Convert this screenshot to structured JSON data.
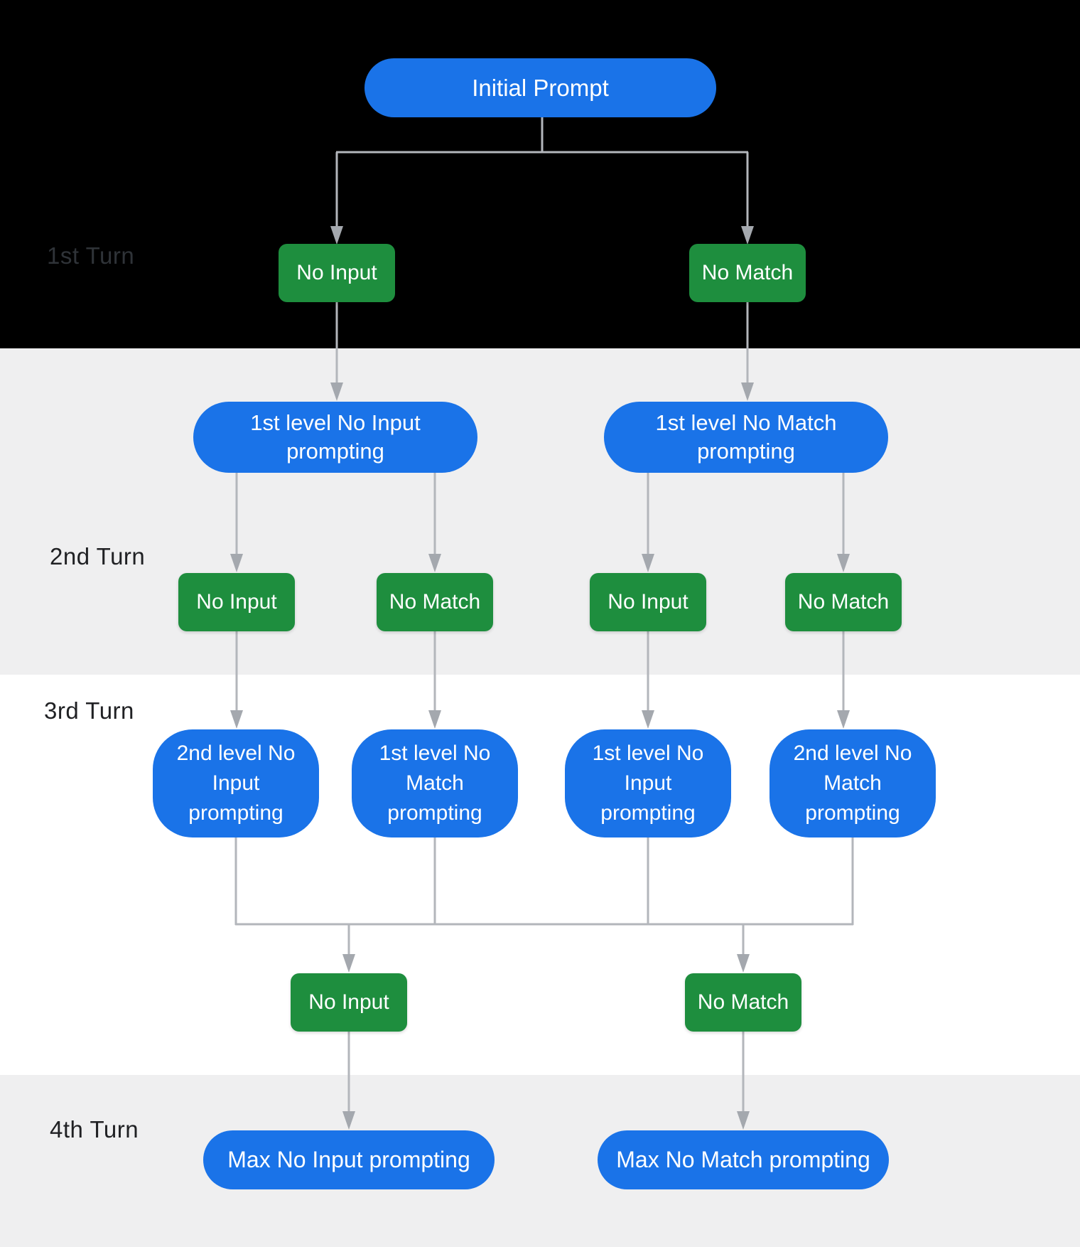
{
  "palette": {
    "node_blue": "#1a73e8",
    "node_green": "#1e8e3e",
    "node_text": "#ffffff",
    "connector_line": "#b3b6bb",
    "connector_arrowhead": "#a4a8ae",
    "band_black": "#000000",
    "band_gray": "#efeff0",
    "band_white": "#ffffff",
    "turn_label_on_black": "#2f3338",
    "turn_label_on_light": "#202124"
  },
  "turns": [
    {
      "label": "1st Turn"
    },
    {
      "label": "2nd Turn"
    },
    {
      "label": "3rd Turn"
    },
    {
      "label": "4th Turn"
    }
  ],
  "nodes": {
    "initial": {
      "label": "Initial Prompt",
      "type": "prompt-pill"
    },
    "t1_no_input": {
      "label": "No Input",
      "type": "event"
    },
    "t1_no_match": {
      "label": "No Match",
      "type": "event"
    },
    "p2_left": {
      "label": "1st level No Input\nprompting",
      "type": "prompt-pill"
    },
    "p2_right": {
      "label": "1st level No Match\nprompting",
      "type": "prompt-pill"
    },
    "t2_no_input_a": {
      "label": "No Input",
      "type": "event"
    },
    "t2_no_match_a": {
      "label": "No Match",
      "type": "event"
    },
    "t2_no_input_b": {
      "label": "No Input",
      "type": "event"
    },
    "t2_no_match_b": {
      "label": "No Match",
      "type": "event"
    },
    "p3_1": {
      "label": "2nd level No\nInput\nprompting",
      "type": "prompt-pill"
    },
    "p3_2": {
      "label": "1st level No\nMatch\nprompting",
      "type": "prompt-pill"
    },
    "p3_3": {
      "label": "1st level No\nInput\nprompting",
      "type": "prompt-pill"
    },
    "p3_4": {
      "label": "2nd level No\nMatch\nprompting",
      "type": "prompt-pill"
    },
    "t3_no_input": {
      "label": "No Input",
      "type": "event"
    },
    "t3_no_match": {
      "label": "No Match",
      "type": "event"
    },
    "p4_left": {
      "label": "Max No Input prompting",
      "type": "prompt-pill"
    },
    "p4_right": {
      "label": "Max No Match prompting",
      "type": "prompt-pill"
    }
  },
  "edges": [
    {
      "from": "initial",
      "to": "t1_no_input"
    },
    {
      "from": "initial",
      "to": "t1_no_match"
    },
    {
      "from": "t1_no_input",
      "to": "p2_left"
    },
    {
      "from": "t1_no_match",
      "to": "p2_right"
    },
    {
      "from": "p2_left",
      "to": "t2_no_input_a"
    },
    {
      "from": "p2_left",
      "to": "t2_no_match_a"
    },
    {
      "from": "p2_right",
      "to": "t2_no_input_b"
    },
    {
      "from": "p2_right",
      "to": "t2_no_match_b"
    },
    {
      "from": "t2_no_input_a",
      "to": "p3_1"
    },
    {
      "from": "t2_no_match_a",
      "to": "p3_2"
    },
    {
      "from": "t2_no_input_b",
      "to": "p3_3"
    },
    {
      "from": "t2_no_match_b",
      "to": "p3_4"
    },
    {
      "from": "p3_1",
      "to": "merge-junction"
    },
    {
      "from": "p3_2",
      "to": "merge-junction"
    },
    {
      "from": "p3_3",
      "to": "merge-junction"
    },
    {
      "from": "p3_4",
      "to": "merge-junction"
    },
    {
      "from": "merge-junction",
      "to": "t3_no_input"
    },
    {
      "from": "merge-junction",
      "to": "t3_no_match"
    },
    {
      "from": "t3_no_input",
      "to": "p4_left"
    },
    {
      "from": "t3_no_match",
      "to": "p4_right"
    }
  ]
}
